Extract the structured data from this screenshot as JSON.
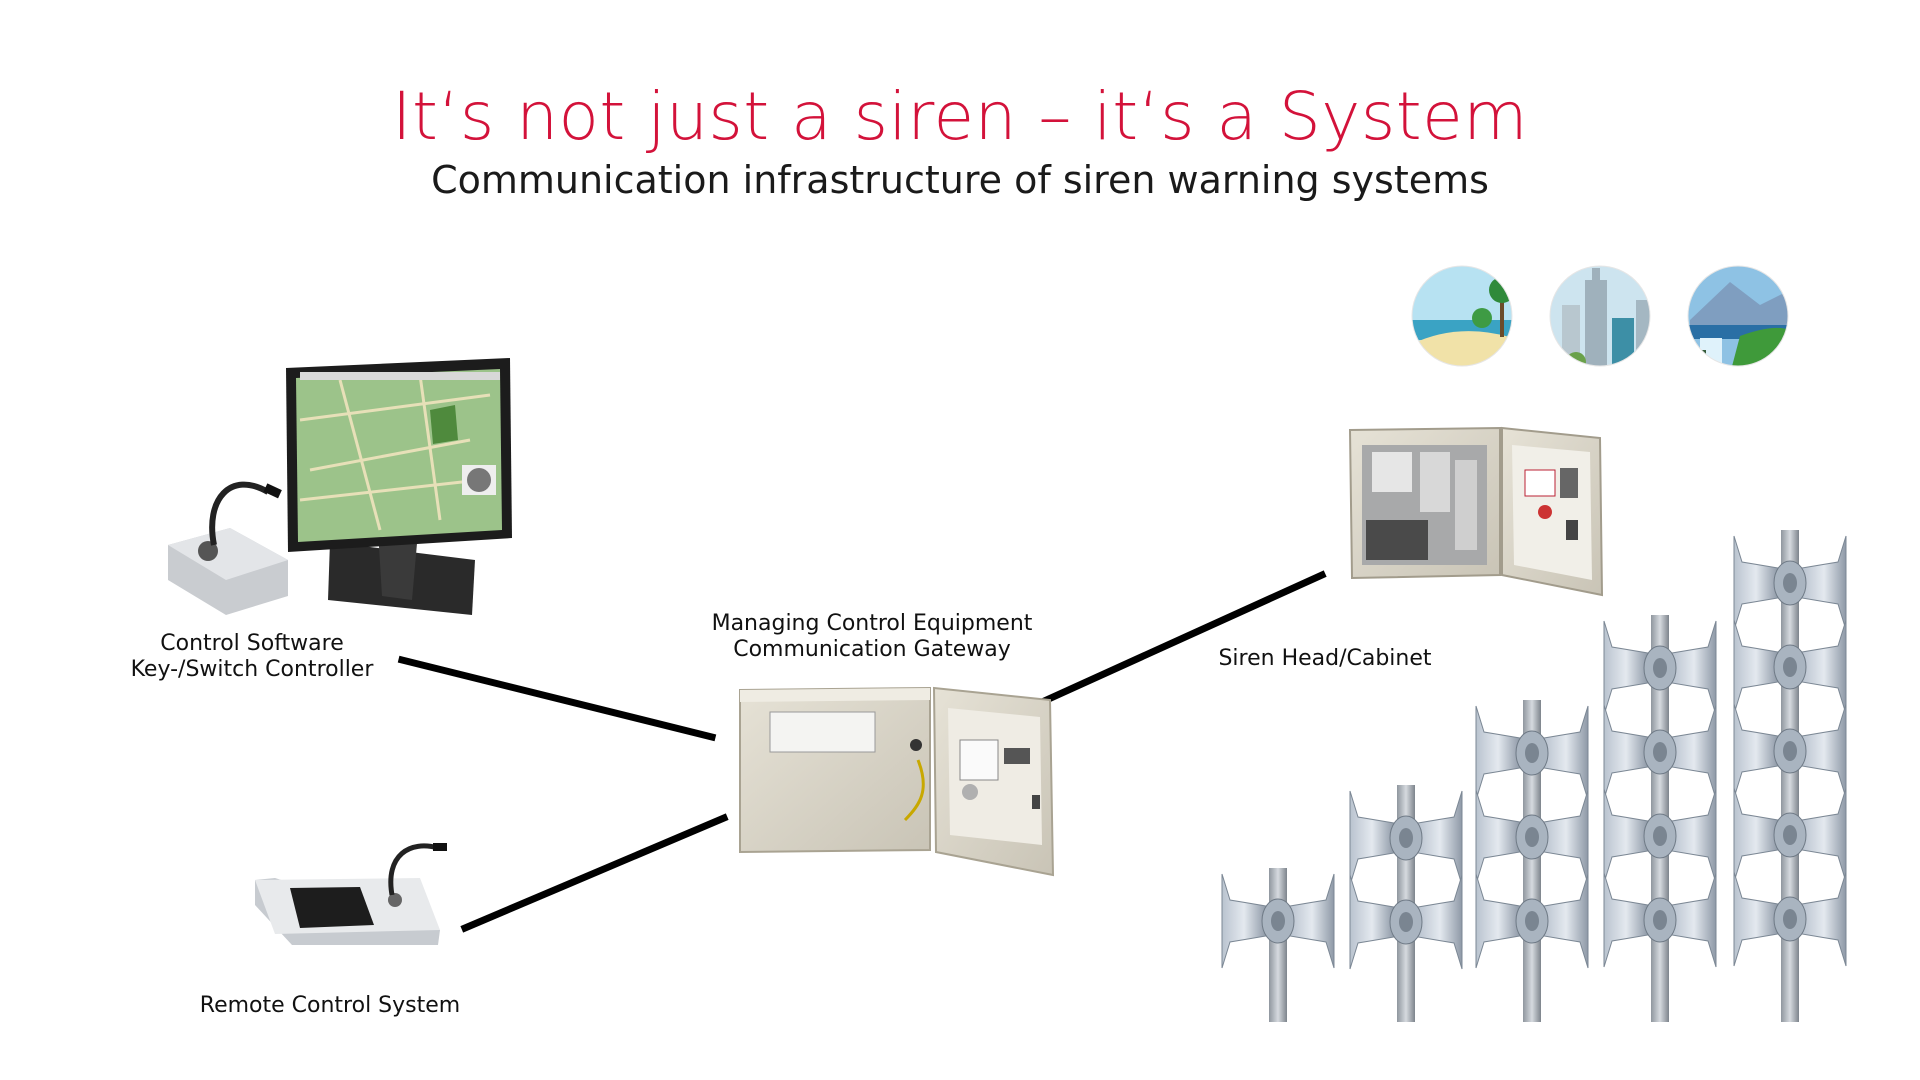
{
  "title": "It‘s not just a siren –  it‘s a System",
  "subtitle": "Communication infrastructure of siren warning systems",
  "nodes": {
    "control": {
      "line1": "Control Software",
      "line2": "Key-/Switch Controller"
    },
    "remote": {
      "label": "Remote Control System"
    },
    "gateway": {
      "line1": "Managing Control Equipment",
      "line2": "Communication Gateway"
    },
    "siren_head": {
      "label": "Siren Head/Cabinet"
    }
  },
  "environments": [
    "beach-scene",
    "city-scene",
    "mountain-waterfall-scene"
  ],
  "colors": {
    "title": "#d3123a",
    "connector": "#000000",
    "cabinet": "#d8d4c8",
    "siren": "#9aa6b4"
  }
}
